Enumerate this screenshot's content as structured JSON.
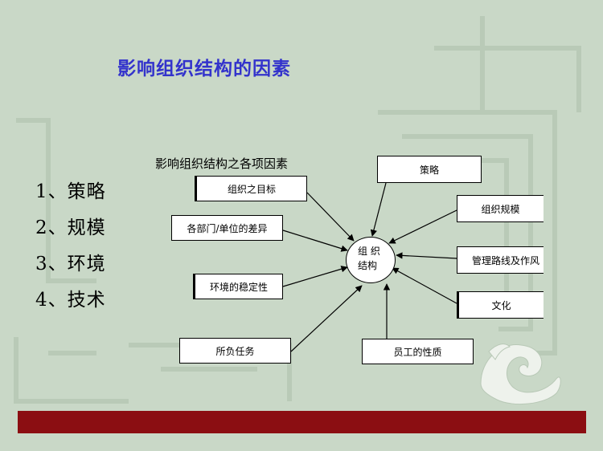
{
  "slide": {
    "title": "影响组织结构的因素"
  },
  "factors_list": [
    "1、策略",
    "2、规模",
    "3、环境",
    "4、技术"
  ],
  "diagram": {
    "title": "影响组织结构之各项因素",
    "center": {
      "line1": "组 织",
      "line2": "结构"
    },
    "left_boxes": [
      "组织之目标",
      "各部门/单位的差异",
      "环境的稳定性",
      "所负任务"
    ],
    "right_boxes": [
      "策略",
      "组织规模",
      "管理路线及作风",
      "文化",
      "员工的性质"
    ]
  },
  "colors": {
    "background": "#c9d8c7",
    "title": "#3333cc",
    "footer_bar": "#8b0e12"
  }
}
